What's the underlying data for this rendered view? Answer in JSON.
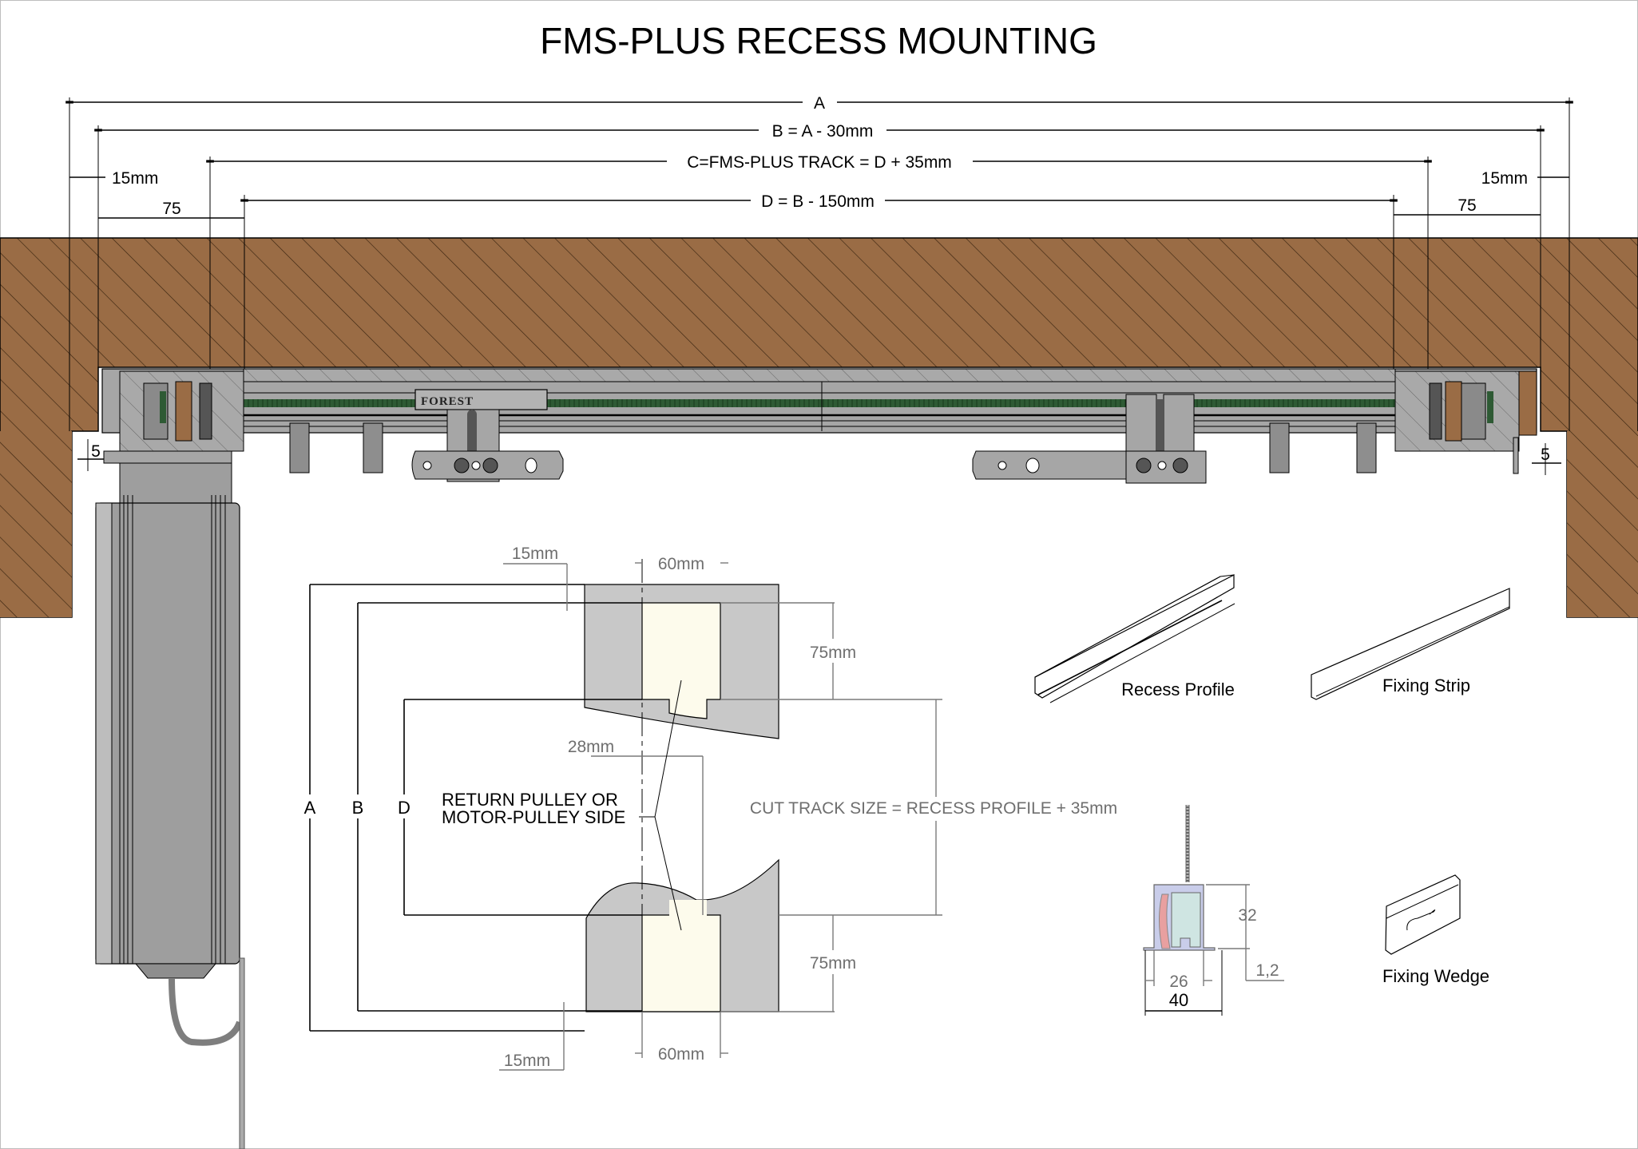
{
  "title": "FMS-PLUS RECESS MOUNTING",
  "colors": {
    "wall": "#9a6c45",
    "hatch": "#3a2410",
    "track": "#a6a6a6",
    "belt": "#2e5a34",
    "cut_fill": "#c8c8c8",
    "profile_fill": "#fdfbec",
    "dim_gray": "#6f6f6f"
  },
  "top_dimensions": {
    "a": "A",
    "b": "B = A - 30mm",
    "c": "C=FMS-PLUS TRACK = D + 35mm",
    "d": "D = B - 150mm",
    "left_gap": "15mm",
    "right_gap": "15mm",
    "left_offset": "75",
    "right_offset": "75",
    "left_clearance": "5",
    "right_clearance": "5"
  },
  "track": {
    "logo": "FOREST"
  },
  "cut_detail": {
    "top_15": "15mm",
    "top_60": "60mm",
    "top_75": "75mm",
    "mid_28": "28mm",
    "bottom_75": "75mm",
    "bottom_60": "60mm",
    "bottom_15": "15mm",
    "dim_a": "A",
    "dim_b": "B",
    "dim_d": "D",
    "pulley_note_line1": "RETURN PULLEY OR",
    "pulley_note_line2": "MOTOR-PULLEY SIDE",
    "cut_note": "CUT TRACK SIZE = RECESS PROFILE + 35mm"
  },
  "components": {
    "recess_profile": "Recess Profile",
    "fixing_strip": "Fixing Strip",
    "fixing_wedge": "Fixing Wedge"
  },
  "profile_section": {
    "height": "32",
    "flange": "1,2",
    "inner_width": "26",
    "outer_width": "40"
  }
}
